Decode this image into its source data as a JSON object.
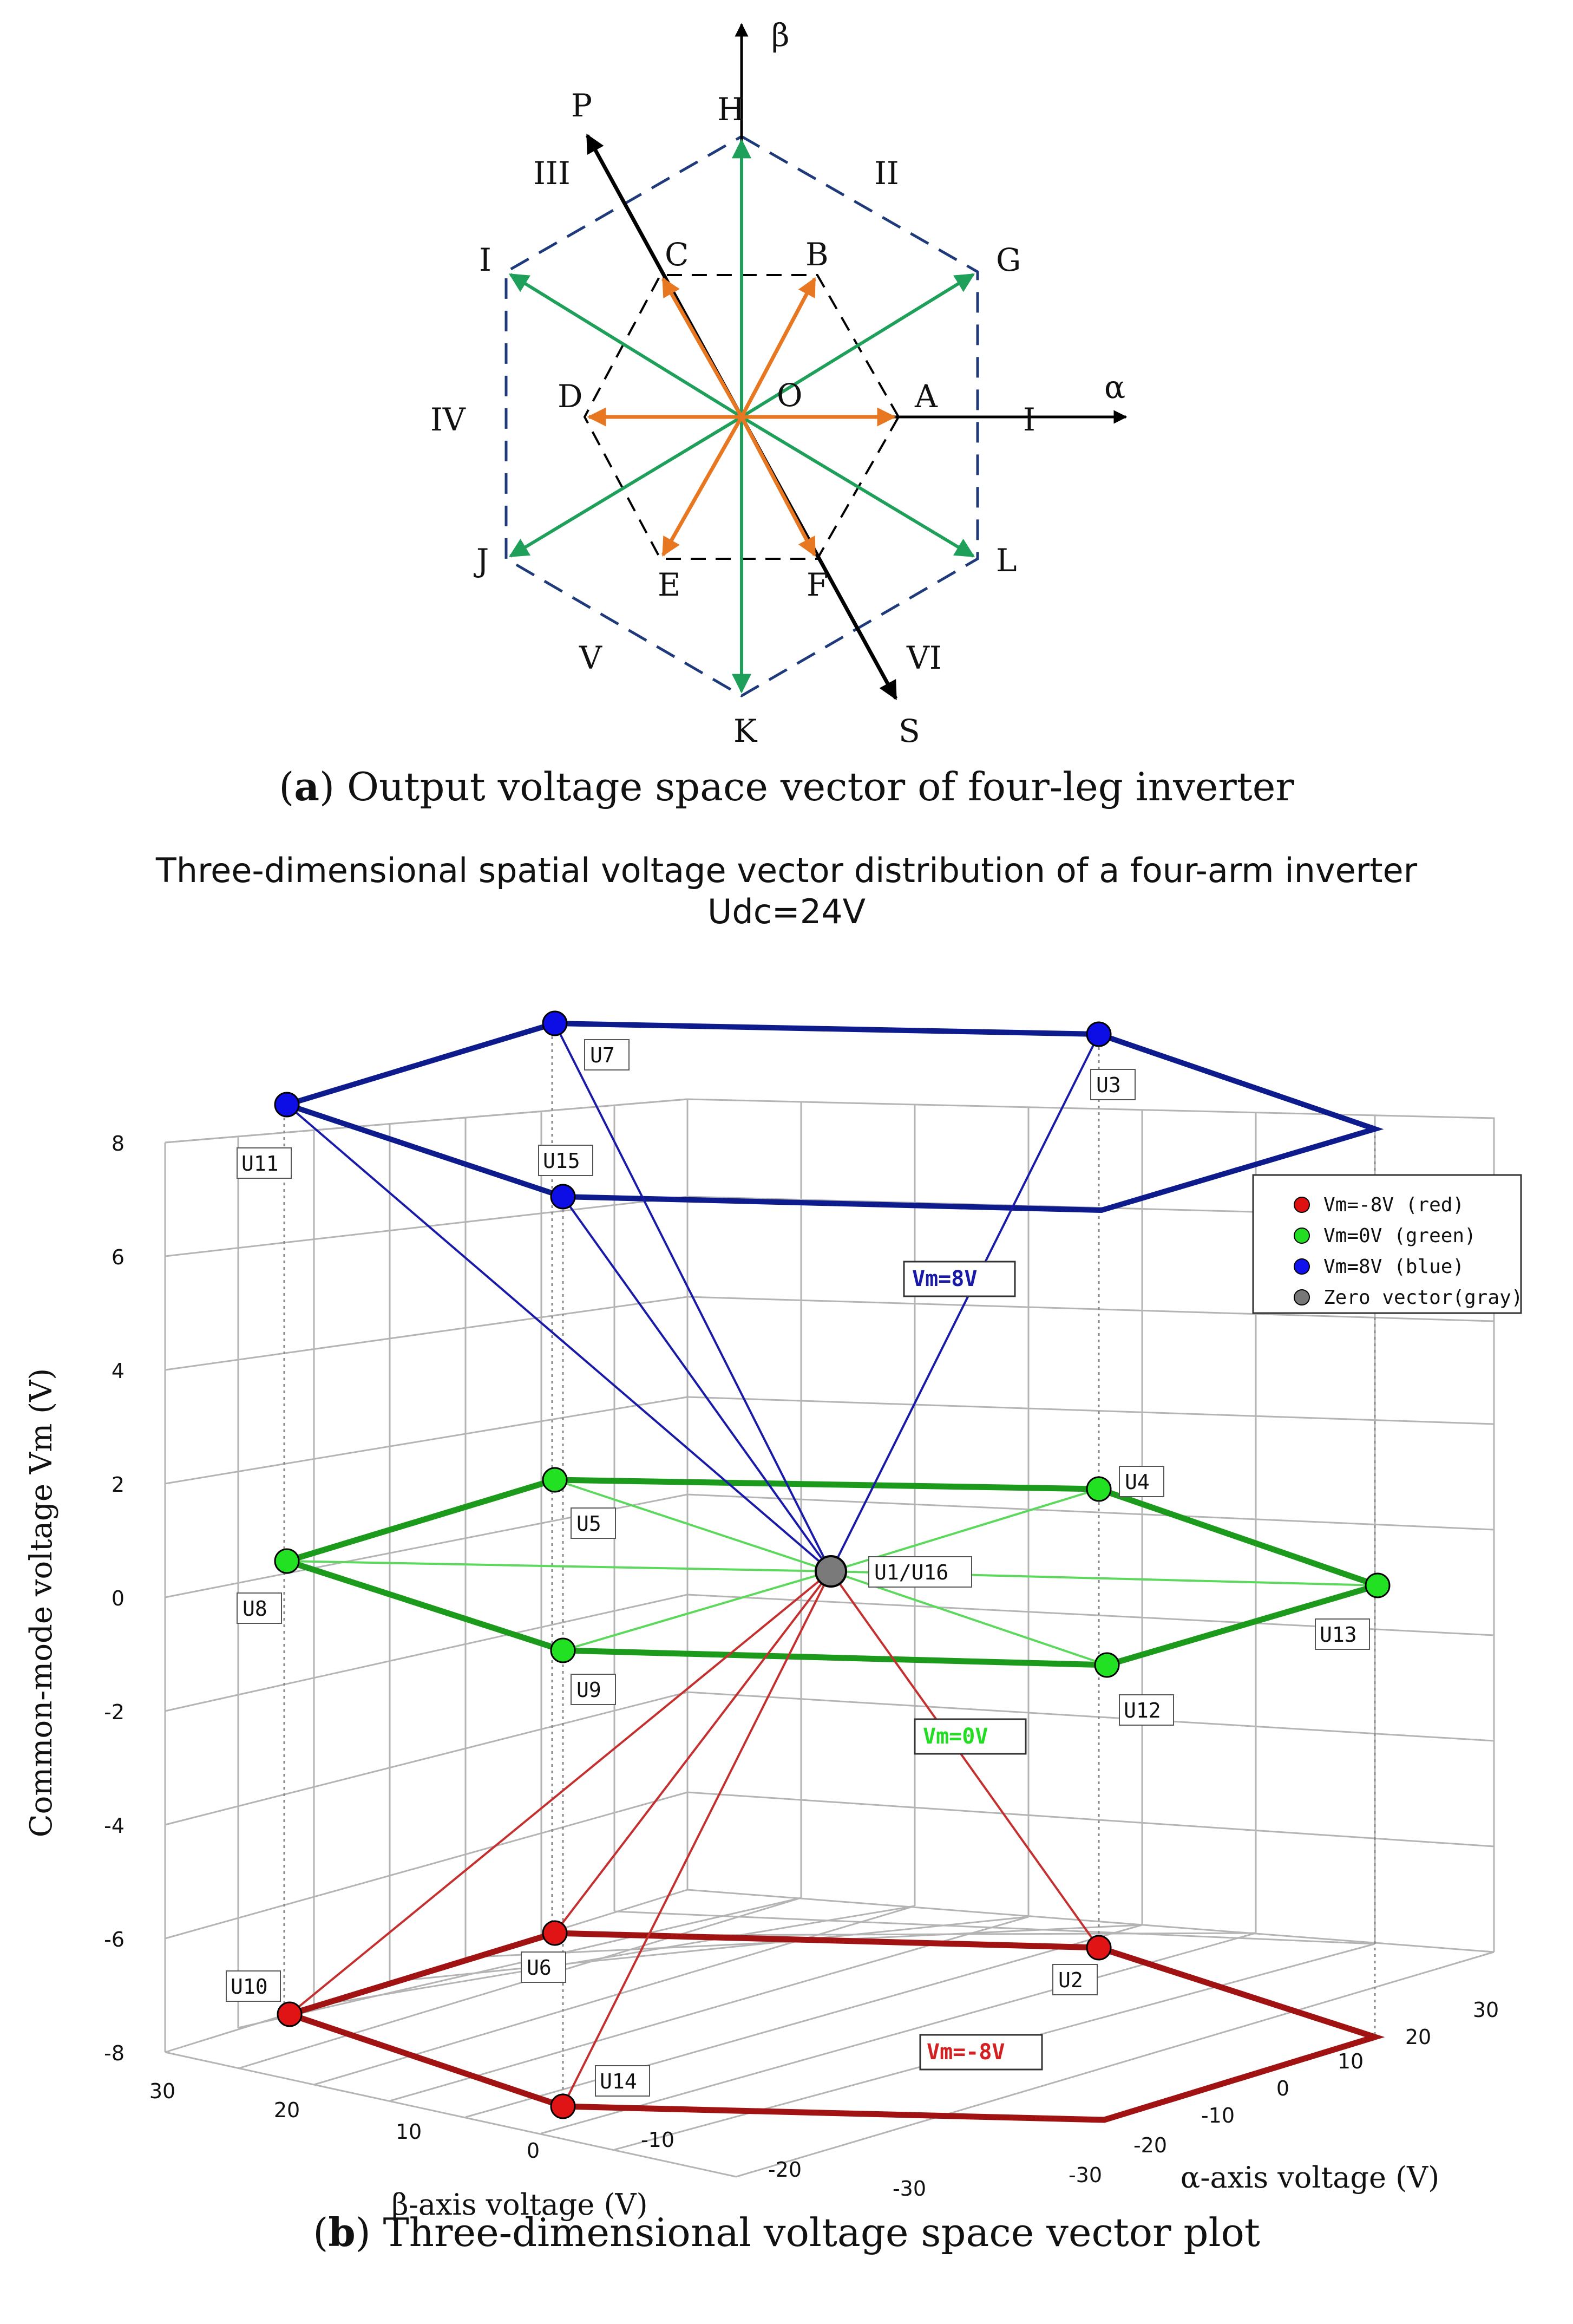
{
  "panel_a": {
    "caption_letter": "a",
    "caption_text": "Output voltage space vector of four-leg inverter",
    "axes": {
      "alpha": "α",
      "beta": "β"
    },
    "origin": "O",
    "inner_points": [
      "A",
      "B",
      "C",
      "D",
      "E",
      "F"
    ],
    "outer_points": [
      "G",
      "H",
      "I",
      "J",
      "K",
      "L"
    ],
    "sectors": [
      "I",
      "II",
      "III",
      "IV",
      "V",
      "VI"
    ],
    "ps_points": [
      "P",
      "S"
    ],
    "colors": {
      "inner": "#e87722",
      "outer": "#1fa05a",
      "axis": "#000000",
      "hex": "#1f3a7a"
    }
  },
  "panel_b": {
    "caption_letter": "b",
    "caption_text": "Three-dimensional voltage space vector plot",
    "title_line1": "Three-dimensional spatial voltage vector distribution of a four-arm inverter",
    "title_line2": "Udc=24V",
    "xlabel": "α-axis voltage (V)",
    "ylabel": "β-axis voltage (V)",
    "zlabel": "Common-mode voltage Vm (V)",
    "z_ticks": [
      "8",
      "6",
      "4",
      "2",
      "0",
      "-2",
      "-4",
      "-6",
      "-8"
    ],
    "beta_ticks": [
      "30",
      "20",
      "10",
      "0",
      "-10",
      "-20",
      "-30"
    ],
    "alpha_ticks": [
      "-30",
      "-20",
      "-10",
      "0",
      "10",
      "20",
      "30"
    ],
    "legend": [
      {
        "label": "Vm=-8V (red)",
        "color": "#dd1111"
      },
      {
        "label": "Vm=0V (green)",
        "color": "#22dd22"
      },
      {
        "label": "Vm=8V (blue)",
        "color": "#1111ee"
      },
      {
        "label": "Zero vector(gray)",
        "color": "#777777"
      }
    ],
    "level_labels": {
      "top": "Vm=8V",
      "mid": "Vm=0V",
      "bot": "Vm=-8V"
    },
    "point_labels": {
      "top": [
        "U7",
        "U3",
        "U11",
        "U15"
      ],
      "mid": [
        "U5",
        "U4",
        "U8",
        "U13",
        "U9",
        "U12"
      ],
      "bot": [
        "U6",
        "U2",
        "U10",
        "U14"
      ],
      "zero": "U1/U16"
    }
  }
}
